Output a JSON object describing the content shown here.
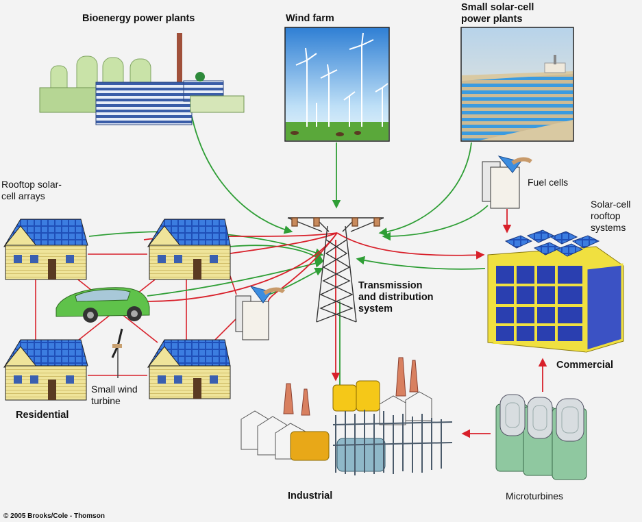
{
  "labels": {
    "bioenergy": "Bioenergy power plants",
    "wind_farm": "Wind farm",
    "small_solar": "Small solar-cell\npower plants",
    "rooftop_arrays": "Rooftop solar-\ncell arrays",
    "fuel_cells": "Fuel cells",
    "solar_rooftop_systems": "Solar-cell\nrooftop\nsystems",
    "transmission": "Transmission\nand distribution\nsystem",
    "commercial": "Commercial",
    "small_wind": "Small wind\nturbine",
    "residential": "Residential",
    "industrial": "Industrial",
    "microturbines": "Microturbines",
    "copyright": "© 2005 Brooks/Cole - Thomson"
  },
  "colors": {
    "supply_arrow": "#2e9e35",
    "distribution_arrow": "#d8202a",
    "background": "#f3f3f3"
  }
}
